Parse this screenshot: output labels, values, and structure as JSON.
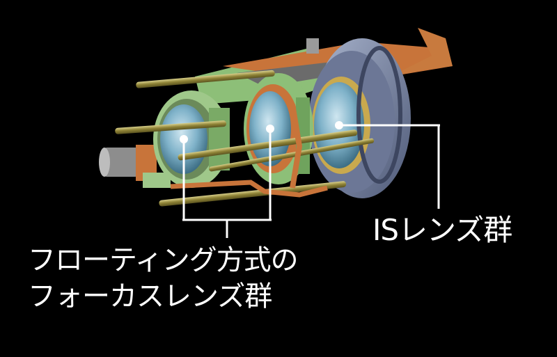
{
  "labels": {
    "focus_line1": "フローティング方式の",
    "focus_line2": "フォーカスレンズ群",
    "is_group": "ISレンズ群"
  },
  "colors": {
    "background": "#000000",
    "leader_line": "#ffffff",
    "lens_glass": "#6fa9c4",
    "frame_green": "#9fc88a",
    "frame_orange": "#c8743a",
    "frame_blue": "#7f8aa6",
    "rod_gold": "#a89a4a"
  }
}
